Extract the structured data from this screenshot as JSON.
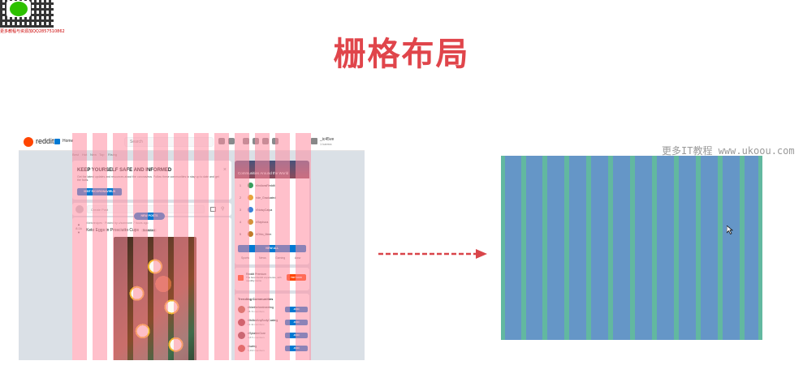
{
  "title": "栅格布局",
  "watermark": "更多IT教程 www.ukoou.com",
  "qr_caption": "更多教程与资源加QQ2857510862",
  "reddit": {
    "logo_text": "reddit",
    "home": "Home",
    "search_placeholder": "Search",
    "user_name": "_ic45ve",
    "user_karma": "1 karma",
    "sort_options": [
      "Best",
      "Hot",
      "New",
      "Top",
      "Rising"
    ],
    "safe_card": {
      "title": "KEEP YOURSELF SAFE AND INFORMED",
      "description": "Get the latest updates and resources about the coronavirus. Follow these communities to stay up to date and get the facts.",
      "button": "VISIT R/CORONAVIRUS",
      "close": "×"
    },
    "create_post_placeholder": "Create Post",
    "post": {
      "meta": "r/ketorecipes · Posted by u/someone 7 hours ago",
      "title": "Keto Eggs in Prosciutto Cups",
      "flair": "Breakfast",
      "votes": "8.1k",
      "new_posts": "NEW POSTS"
    },
    "side_top": {
      "title": "Communities Around the World",
      "communities": [
        {
          "rank": "1",
          "name": "r/IndiansReddit",
          "color": "#3a9d5d"
        },
        {
          "rank": "2",
          "name": "r/de_Graduated",
          "color": "#e8a23c"
        },
        {
          "rank": "3",
          "name": "r/NoisyCatpa",
          "color": "#3b7fd6"
        },
        {
          "rank": "4",
          "name": "r/Sephora",
          "color": "#d3923b"
        },
        {
          "rank": "5",
          "name": "r/Ohio_Mem",
          "color": "#c07b2a"
        }
      ],
      "view_all": "VIEW ALL",
      "tabs": [
        "Sports",
        "News",
        "Gaming",
        "Aww"
      ]
    },
    "premium": {
      "title": "Reddit Premium",
      "description": "The best Reddit experience, with monthly Coins",
      "button": "TRY NOW"
    },
    "trending": {
      "title": "Trending Communities",
      "items": [
        {
          "name": "r/hiretheheelmeeting",
          "sub": "28.7k members",
          "color": "#b65c3c",
          "button": "JOIN"
        },
        {
          "name": "r/ItsNotAnyBodyCasting",
          "sub": "12.4k members",
          "color": "#9a3030",
          "button": "JOIN"
        },
        {
          "name": "r/SplatterGore",
          "sub": "4,871 members",
          "color": "#8a3a3a",
          "button": "JOIN"
        },
        {
          "name": "r/swing",
          "sub": "6,402 members",
          "color": "#c0452e",
          "button": "JOIN"
        }
      ]
    }
  },
  "colors": {
    "title": "#e0454b",
    "grid_overlay": "rgba(255,140,160,0.55)",
    "grid_demo_gutter": "#62b8a0",
    "grid_demo_column": "#6596c7",
    "arrow": "#d9454a"
  }
}
